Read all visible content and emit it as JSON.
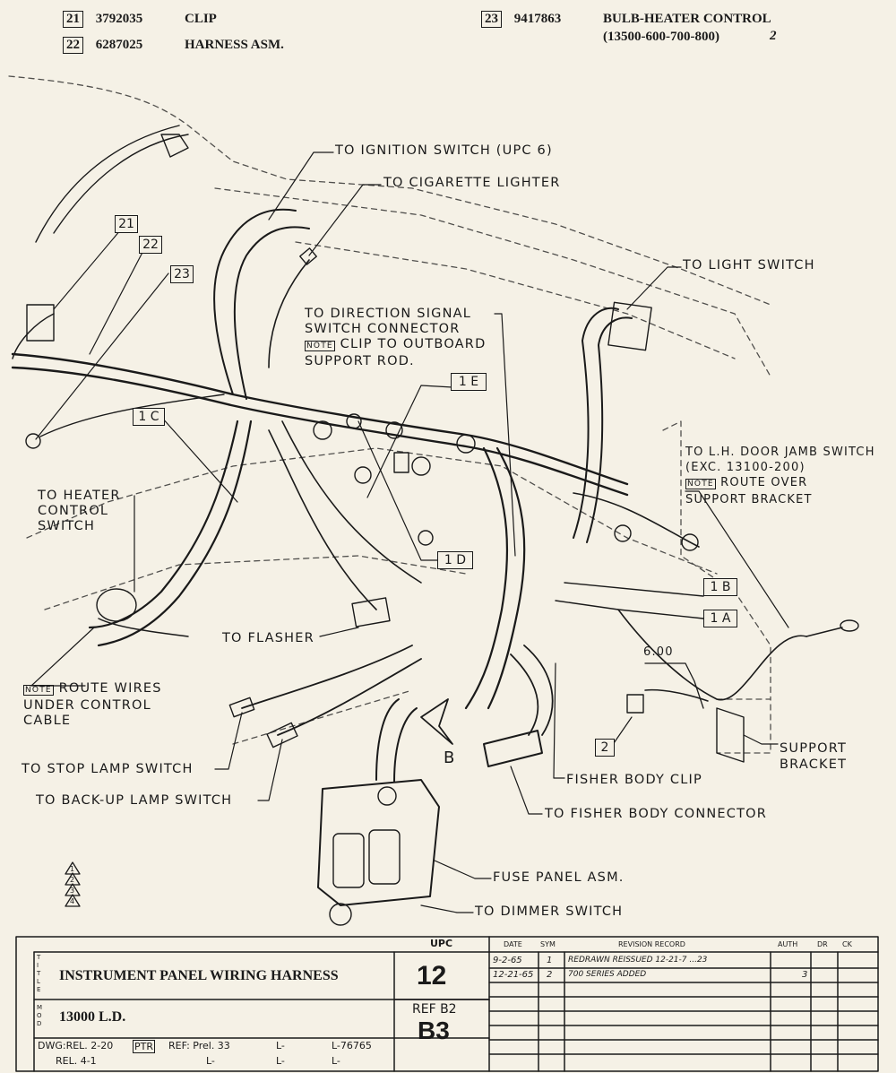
{
  "parts": [
    {
      "num": "21",
      "partno": "3792035",
      "name": "CLIP"
    },
    {
      "num": "22",
      "partno": "6287025",
      "name": "HARNESS ASM."
    },
    {
      "num": "23",
      "partno": "9417863",
      "name": "BULB-HEATER CONTROL",
      "note": "(13500-600-700-800)",
      "rev": "2"
    }
  ],
  "callouts": {
    "c21": "21",
    "c22": "22",
    "c23": "23",
    "c2": "2",
    "c1C": "1 C",
    "c1E": "1 E",
    "c1D": "1 D",
    "c1B": "1 B",
    "c1A": "1 A"
  },
  "labels": {
    "ignition": "TO IGNITION SWITCH (UPC 6)",
    "cigarette": "TO CIGARETTE LIGHTER",
    "light": "TO LIGHT SWITCH",
    "direction1": "TO DIRECTION SIGNAL",
    "direction2": "SWITCH CONNECTOR",
    "direction3_note": "NOTE",
    "direction3": "CLIP TO OUTBOARD",
    "direction4": "SUPPORT ROD.",
    "door1": "TO L.H. DOOR JAMB SWITCH",
    "door2": "(EXC. 13100-200)",
    "door3_note": "NOTE",
    "door3": "ROUTE OVER",
    "door4": "SUPPORT BRACKET",
    "heater1": "TO HEATER",
    "heater2": "CONTROL",
    "heater3": "SWITCH",
    "flasher": "TO FLASHER",
    "route_note": "NOTE",
    "route1": "ROUTE WIRES",
    "route2": "UNDER CONTROL",
    "route3": "CABLE",
    "stop": "TO STOP LAMP SWITCH",
    "backup": "TO BACK-UP LAMP SWITCH",
    "dim600": "6.00",
    "support1": "SUPPORT",
    "support2": "BRACKET",
    "fisherclip": "FISHER BODY CLIP",
    "fisherconn": "TO FISHER BODY CONNECTOR",
    "fuse": "FUSE PANEL ASM.",
    "dimmer": "TO DIMMER SWITCH",
    "b": "B"
  },
  "rev_triangles": [
    "1",
    "2",
    "3",
    "4"
  ],
  "title_block": {
    "upc_head": "UPC",
    "title_side": "TITLE",
    "title": "INSTRUMENT PANEL WIRING HARNESS",
    "upc": "12",
    "model_side": "MOD",
    "model": "13000 L.D.",
    "ref_label": "REF B2",
    "ref": "B3",
    "dwg1": "DWG:REL. 2-20",
    "dwg1b": "PTR",
    "ref1": "REF: Prel. 33",
    "l1": "L-",
    "l1b": "L-76765",
    "dwg2": "REL. 4-1",
    "l2": "L-",
    "l2b": "L-",
    "l2c": "L-",
    "rev_headers": {
      "date": "DATE",
      "sym": "SYM",
      "record": "REVISION RECORD",
      "auth": "AUTH",
      "dr": "DR",
      "ck": "CK"
    },
    "rev_rows": [
      {
        "date": "9-2-65",
        "sym": "1",
        "record": "REDRAWN REISSUED 12-21-7 ...23",
        "auth": "",
        "dr": "",
        "ck": ""
      },
      {
        "date": "12-21-65",
        "sym": "2",
        "record": "700 SERIES ADDED",
        "auth": "3",
        "dr": "",
        "ck": ""
      }
    ]
  }
}
